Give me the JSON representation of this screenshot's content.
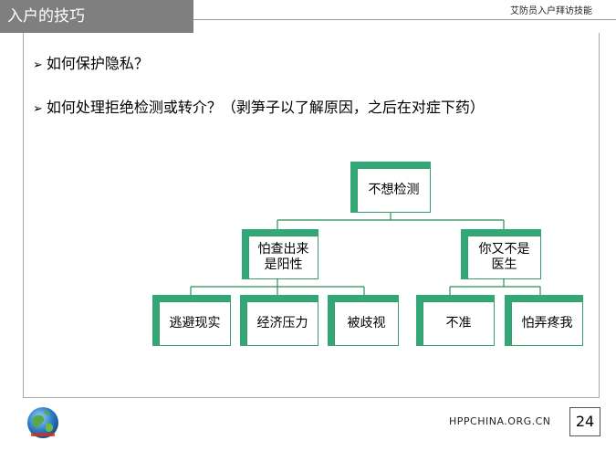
{
  "header": {
    "title": "入户的技巧",
    "subtitle": "艾防员入户拜访技能"
  },
  "bullets": [
    "如何保护隐私？",
    "如何处理拒绝检测或转介？（剥笋子以了解原因，之后在对症下药）"
  ],
  "tree": {
    "root": "不想检测",
    "left": "怕查出来是阳性",
    "right": "你又不是医生",
    "left_children": [
      "逃避现实",
      "经济压力",
      "被歧视"
    ],
    "right_children": [
      "不准",
      "怕弄疼我"
    ]
  },
  "footer": {
    "url": "HPPCHINA.ORG.CN",
    "page": "24"
  }
}
